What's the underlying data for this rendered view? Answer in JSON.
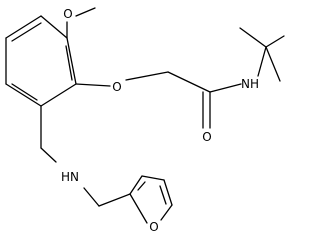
{
  "molecule": {
    "atoms": {
      "ether_oxygen_top": "O",
      "ether_oxygen_phenoxy": "O",
      "amide_nitrogen": "NH",
      "amide_oxygen": "O",
      "amine_nitrogen": "HN",
      "furan_oxygen": "O"
    }
  }
}
